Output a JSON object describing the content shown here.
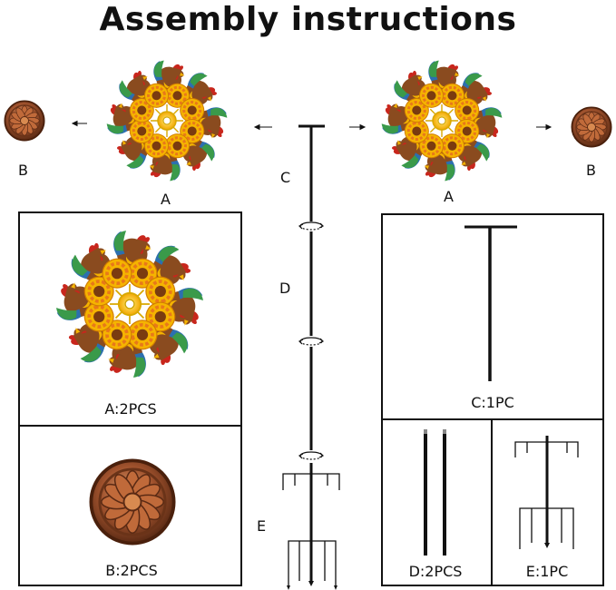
{
  "title": "Assembly instructions",
  "labels": {
    "a_left": "A",
    "a_right": "A",
    "b_left": "B",
    "b_right": "B",
    "c": "C",
    "d": "D",
    "e": "E"
  },
  "boxes": {
    "a": "A:2PCS",
    "b": "B:2PCS",
    "c": "C:1PC",
    "d": "D:2PCS",
    "e": "E:1PC"
  },
  "colors": {
    "petal_yellow": "#f5b400",
    "petal_orange": "#e8781a",
    "rooster_red": "#c8261c",
    "rooster_blue": "#2c6fb0",
    "rooster_green": "#3a9a4a",
    "copper": "#a0522d",
    "copper_dark": "#5a2a14",
    "stake": "#111111"
  }
}
